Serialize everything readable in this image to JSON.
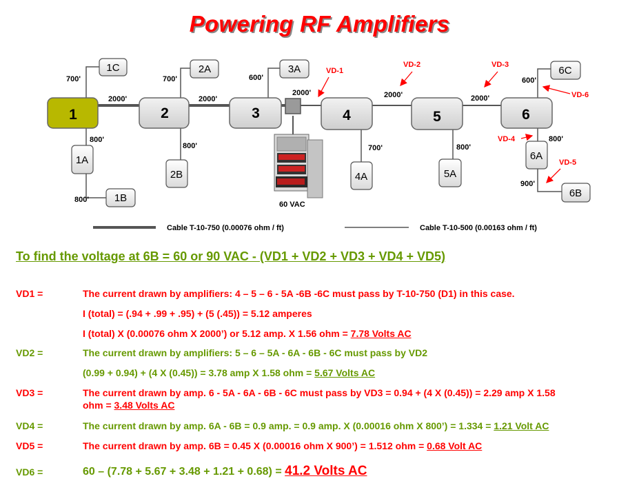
{
  "title": "Powering RF Amplifiers",
  "nodes": {
    "n1": "1",
    "n2": "2",
    "n3": "3",
    "n4": "4",
    "n5": "5",
    "n6": "6",
    "n1A": "1A",
    "n1B": "1B",
    "n1C": "1C",
    "n2A": "2A",
    "n2B": "2B",
    "n3A": "3A",
    "n4A": "4A",
    "n5A": "5A",
    "n6A": "6A",
    "n6B": "6B",
    "n6C": "6C"
  },
  "lengths": {
    "l_1c": "700'",
    "l_1_2": "2000'",
    "l_1a": "800'",
    "l_1b": "800'",
    "l_2a": "700'",
    "l_2_3": "2000'",
    "l_2b": "800'",
    "l_3a": "600'",
    "l_3_4": "2000'",
    "l_4a": "700'",
    "l_4_5": "2000'",
    "l_5_6": "2000'",
    "l_5a": "800'",
    "l_6c": "600'",
    "l_6a": "800'",
    "l_6b": "900'"
  },
  "vd_labels": {
    "vd1": "VD-1",
    "vd2": "VD-2",
    "vd3": "VD-3",
    "vd4": "VD-4",
    "vd5": "VD-5",
    "vd6": "VD-6"
  },
  "power_supply_label": "60 VAC",
  "legend": {
    "thick": "Cable T-10-750 (0.00076 ohm / ft)",
    "thin": "Cable T-10-500 (0.00163 ohm / ft)"
  },
  "colors": {
    "title": "#ff0000",
    "node1": "#b8b800",
    "node": "#e0e0e0",
    "green": "#669900",
    "red": "#ff0000"
  },
  "calc": {
    "heading": "To find the voltage at 6B = 60 or 90 VAC - (VD1 + VD2 + VD3 + VD4 + VD5)",
    "vd1_label": "VD1 =",
    "vd1_line1": "The current drawn by amplifiers: 4 – 5 – 6 - 5A -6B -6C must pass by T-10-750 (D1) in this case.",
    "vd1_line2": "I (total) = (.94 + .99 + .95) + (5 (.45)) = 5.12 amperes",
    "vd1_line3": "I (total) X (0.00076 ohm X 2000’) or 5.12 amp. X 1.56 ohm = ",
    "vd1_result": "7.78 Volts AC",
    "vd2_label": "VD2 =",
    "vd2_line1": "The current drawn by amplifiers: 5 – 6 – 5A - 6A - 6B - 6C must pass by VD2",
    "vd2_line2": "(0.99 + 0.94) + (4 X (0.45)) = 3.78 amp X 1.58 ohm = ",
    "vd2_result": "5.67 Volts AC",
    "vd3_label": "VD3 =",
    "vd3_line1": "The current drawn by amp. 6 - 5A - 6A - 6B - 6C must pass by VD3 = 0.94 + (4 X (0.45)) = 2.29 amp X 1.58",
    "vd3_line2": "ohm = ",
    "vd3_result": "3.48 Volts AC",
    "vd4_label": "VD4 =",
    "vd4_line1": "The current drawn by amp. 6A - 6B = 0.9 amp. = 0.9 amp. X (0.00016 ohm X 800’) = 1.334 = ",
    "vd4_result": "1.21 Volt AC",
    "vd5_label": "VD5 =",
    "vd5_line1": "The current drawn by amp. 6B = 0.45 X (0.00016 ohm X 900’) = 1.512 ohm = ",
    "vd5_result": "0.68 Volt AC",
    "vd6_label": "VD6 =",
    "vd6_line1": "60 – (7.78 + 5.67 + 3.48 + 1.21 + 0.68) = ",
    "vd6_result": "41.2 Volts AC"
  }
}
